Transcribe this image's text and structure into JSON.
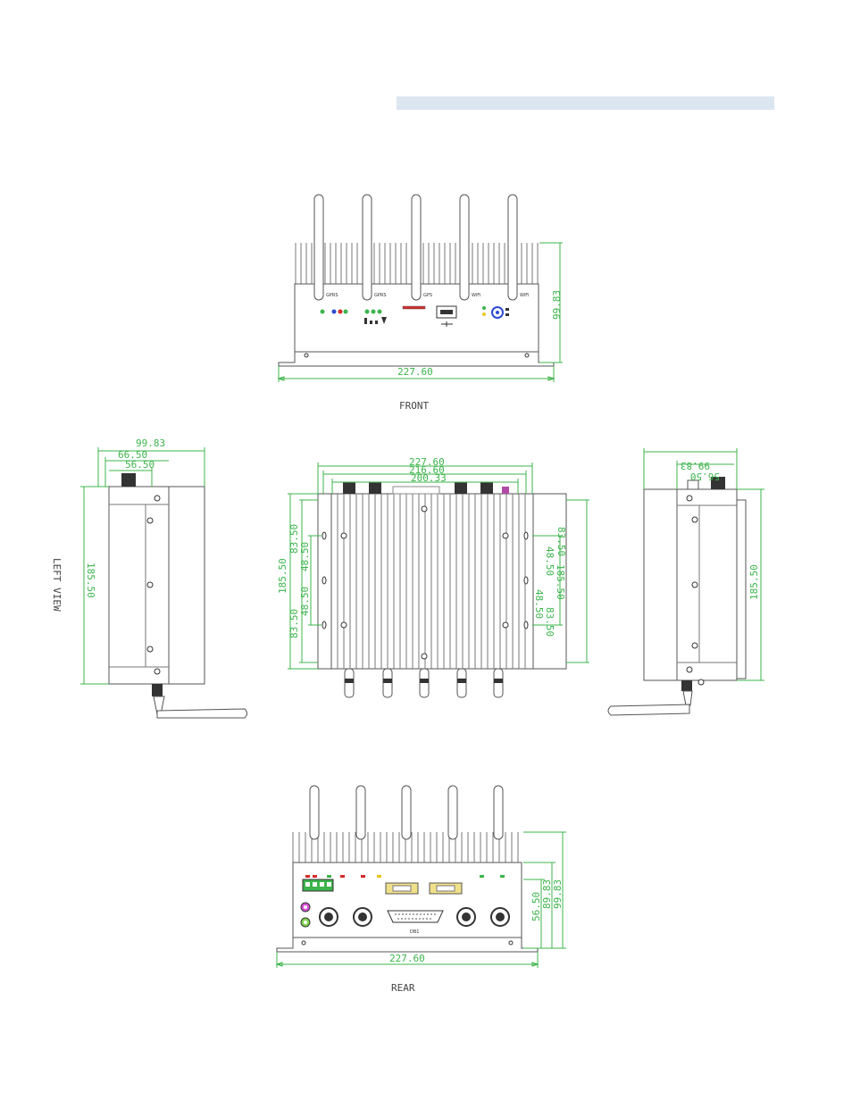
{
  "views": {
    "front": {
      "label": "FRONT",
      "width_dim": "227.60",
      "height_dim": "99.83",
      "antenna_labels": [
        "GPRS",
        "GPRS",
        "GPS",
        "WiFi",
        "WiFi"
      ]
    },
    "left": {
      "label": "LEFT VIEW",
      "dims": [
        "99.83",
        "66.50",
        "56.50"
      ],
      "height_dim": "185.50"
    },
    "top": {
      "dims_top": [
        "227.60",
        "216.60",
        "200.33"
      ],
      "dims_left": [
        "185.50",
        "83.50",
        "48.50",
        "48.50",
        "83.50"
      ],
      "dims_right": [
        "83.50",
        "48.50",
        "185.50",
        "48.50",
        "83.50"
      ]
    },
    "right": {
      "dims": [
        "99.83",
        "56.50"
      ],
      "height_dim": "185.50"
    },
    "rear": {
      "label": "REAR",
      "width_dim": "227.60",
      "height_dims": [
        "56.50",
        "89.83",
        "99.83"
      ],
      "port_label": "DB1"
    }
  }
}
